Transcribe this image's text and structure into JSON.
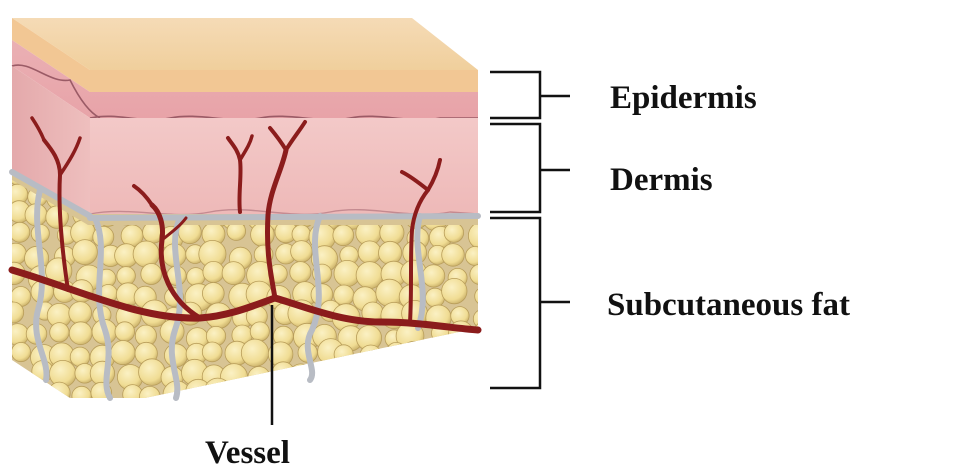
{
  "diagram": {
    "labels": {
      "epidermis": "Epidermis",
      "dermis": "Dermis",
      "subcutaneous_fat": "Subcutaneous fat",
      "vessel": "Vessel"
    },
    "colors": {
      "epidermis_top": "#f2d3a6",
      "epidermis_band": "#f3c79a",
      "epidermis_pink": "#e9a7ad",
      "dermis": "#f0c4c4",
      "fat_background": "#e7d9b0",
      "fat_cell": "#f6e7a8",
      "vessel": "#8b1a1a",
      "septum": "#b9bcc3",
      "bracket": "#111111"
    }
  }
}
